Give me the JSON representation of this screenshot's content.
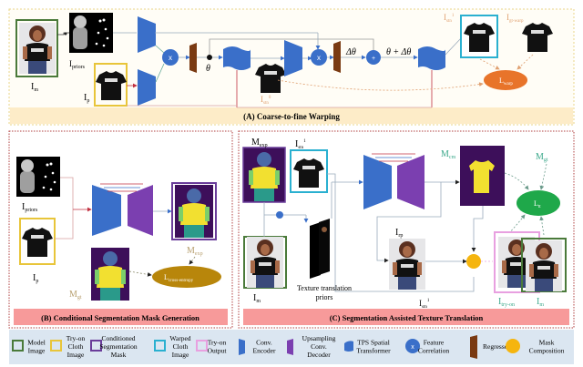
{
  "panels": {
    "a": {
      "title": "(A) Coarse-to-fine Warping"
    },
    "b": {
      "title": "(B) Conditional Segmentation Mask Generation"
    },
    "c": {
      "title": "(C) Segmentation Assisted Texture Translation"
    }
  },
  "labels_a": {
    "im": "I",
    "im_sub": "m",
    "ipriors": "I",
    "ipriors_sub": "priors",
    "ip": "I",
    "ip_sub": "p",
    "theta": "θ",
    "delta_theta": "Δθ",
    "theta_plus": "θ + Δθ",
    "istn0": "I",
    "istn0_sub": "stn",
    "istn0_sup": "0",
    "istn1": "I",
    "istn1_sub": "stn",
    "istn1_sup": "1",
    "igtwarp": "I",
    "igtwarp_sub": "gt-warp",
    "lwarp": "L",
    "lwarp_sub": "warp"
  },
  "labels_b": {
    "ipriors": "I",
    "ipriors_sub": "priors",
    "ip": "I",
    "ip_sub": "p",
    "mexp": "M",
    "mexp_sub": "exp",
    "mgt": "M",
    "mgt_sub": "gt",
    "lce": "L",
    "lce_sub": "cross-entropy"
  },
  "labels_c": {
    "mexp": "M",
    "mexp_sub": "exp",
    "istn": "I",
    "istn_sub": "stn",
    "istn_sup": "1",
    "im": "I",
    "im_sub": "m",
    "ttp_line1": "Texture translation",
    "ttp_line2": "priors",
    "mcm": "M",
    "mcm_sub": "cm",
    "mgt": "M",
    "mgt_sub": "gt",
    "ltt": "L",
    "ltt_sub": "tt",
    "irp": "I",
    "irp_sub": "rp",
    "istn_b": "I",
    "istn_b_sub": "stn",
    "istn_b_sup": "1",
    "itryon": "I",
    "itryon_sub": "try-on",
    "igt": "I",
    "igt_sub": "m"
  },
  "legend": [
    {
      "name": "model-image",
      "lines": [
        "Model",
        "Image"
      ],
      "color": "#4a7a3a",
      "kind": "box"
    },
    {
      "name": "try-on-cloth-image",
      "lines": [
        "Try-on",
        "Cloth",
        "Image"
      ],
      "color": "#e8c53a",
      "kind": "box"
    },
    {
      "name": "conditioned-segmentation-mask",
      "lines": [
        "Conditioned",
        "Segmentation",
        "Mask"
      ],
      "color": "#6a3d9a",
      "kind": "box"
    },
    {
      "name": "warped-cloth-image",
      "lines": [
        "Warped",
        "Cloth",
        "Image"
      ],
      "color": "#2ab0d0",
      "kind": "box"
    },
    {
      "name": "try-on-output",
      "lines": [
        "Try-on",
        "Output"
      ],
      "color": "#e8a0e0",
      "kind": "box"
    },
    {
      "name": "conv-encoder",
      "lines": [
        "Conv.",
        "Encoder"
      ],
      "color": "#3a6fc9",
      "kind": "encoder"
    },
    {
      "name": "upsampling-conv-decoder",
      "lines": [
        "Upsampling",
        "Conv.",
        "Decoder"
      ],
      "color": "#7b3fb0",
      "kind": "decoder"
    },
    {
      "name": "tps-spatial-transformer",
      "lines": [
        "TPS Spatial",
        "Transformer"
      ],
      "color": "#3a6fc9",
      "kind": "tps"
    },
    {
      "name": "feature-correlation",
      "lines": [
        "Feature",
        "Correlation"
      ],
      "color": "#3a6fc9",
      "kind": "corr"
    },
    {
      "name": "regressor",
      "lines": [
        "Regressor"
      ],
      "color": "#7a3a12",
      "kind": "regressor"
    },
    {
      "name": "mask-composition",
      "lines": [
        "Mask",
        "Composition"
      ],
      "color": "#f5b50f",
      "kind": "mask"
    }
  ],
  "colors": {
    "panel_a_bg": "#fffdf6",
    "panel_a_band": "#fdecc8",
    "panel_a_border": "#e9d58a",
    "panel_bc_border": "#b04040",
    "panel_bc_band": "#f79a9a",
    "legend_bg": "#dbe6f1",
    "encoder": "#3a6fc9",
    "decoder": "#7b3fb0",
    "regressor": "#7a3a12",
    "mask_comp": "#f5b50f",
    "l_warp": "#e8742a",
    "l_ce": "#b8860b",
    "l_tt": "#1fa84a",
    "mask_bg": "#3d0f5a",
    "mask_shirt": "#f2e030",
    "mask_skin": "#7ccf6a",
    "mask_pants": "#2a9a8a",
    "mask_head": "#4a6aa8"
  }
}
